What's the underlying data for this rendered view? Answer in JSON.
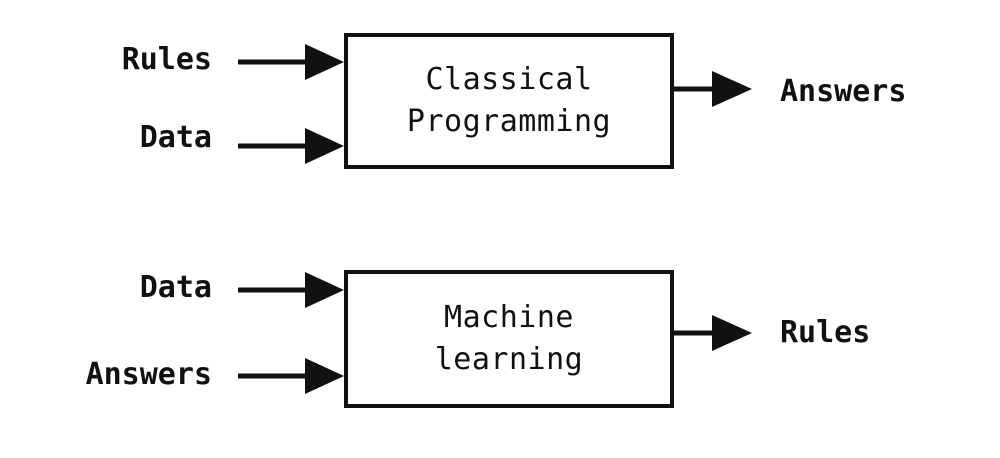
{
  "diagram": {
    "classical": {
      "inputs": [
        "Rules",
        "Data"
      ],
      "box_lines": [
        "Classical",
        "Programming"
      ],
      "output": "Answers"
    },
    "machine_learning": {
      "inputs": [
        "Data",
        "Answers"
      ],
      "box_lines": [
        "Machine",
        "learning"
      ],
      "output": "Rules"
    }
  },
  "colors": {
    "stroke": "#111111",
    "background": "#ffffff"
  }
}
